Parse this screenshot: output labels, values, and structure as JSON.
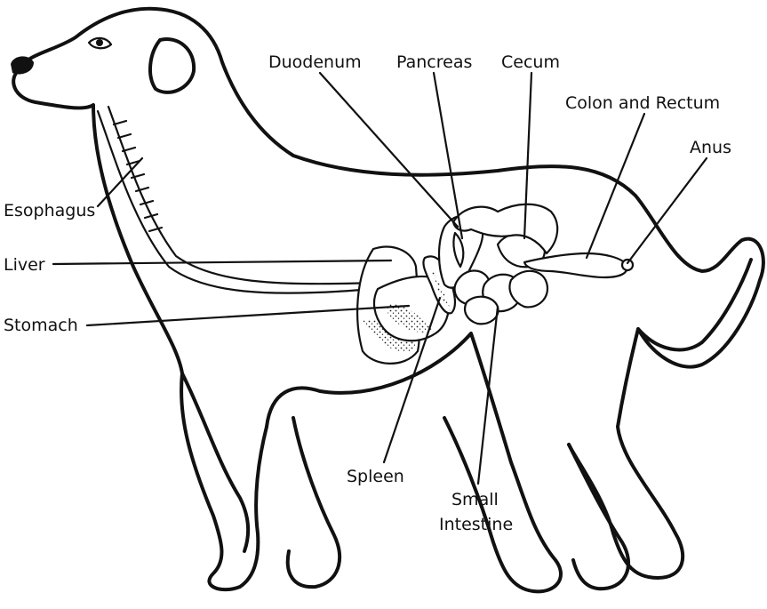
{
  "labels": {
    "duodenum": "Duodenum",
    "pancreas": "Pancreas",
    "cecum": "Cecum",
    "colon_rectum": "Colon and Rectum",
    "anus": "Anus",
    "esophagus": "Esophagus",
    "liver": "Liver",
    "stomach": "Stomach",
    "spleen": "Spleen",
    "small_intestine_line1": "Small",
    "small_intestine_line2": "Intestine"
  },
  "colors": {
    "ink": "#111111",
    "background": "#ffffff"
  }
}
